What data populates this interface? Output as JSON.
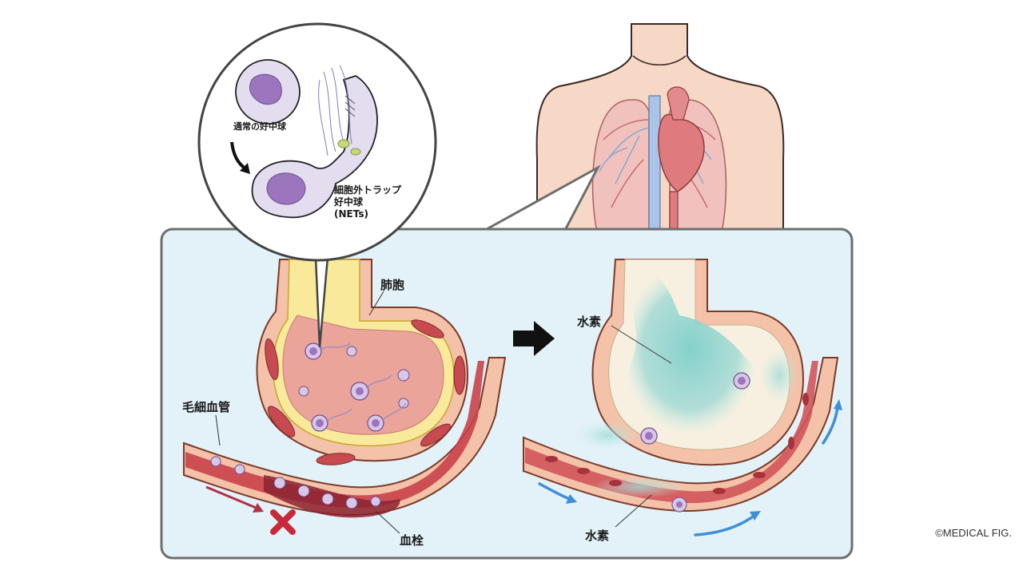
{
  "labels": {
    "normal_neutrophil": "通常の好中球",
    "nets_line1": "細胞外トラップ",
    "nets_line2": "好中球",
    "nets_line3": "(NETs)",
    "alveolus": "肺胞",
    "capillary": "毛細血管",
    "thrombus": "血栓",
    "hydrogen_alveolus": "水素",
    "hydrogen_vessel": "水素"
  },
  "credit": "©MEDICAL FIG.",
  "colors": {
    "panel_bg": "#e3f1f8",
    "panel_border": "#6e6e6e",
    "skin": "#f7d8c6",
    "lung": "#f1c2bd",
    "heart": "#df7b7f",
    "vein": "#a9c4e6",
    "vessel_wall": "#f3c2a8",
    "blood": "#c9434a",
    "alveolus_fluid": "#eaa49a",
    "neutrophil": "#d9c7e7",
    "nucleus": "#9b76be",
    "hydrogen": "#8fd3cf",
    "flow_arrow_red": "#b23244",
    "flow_arrow_blue": "#3f8fd6",
    "block_x": "#c72b3a"
  }
}
